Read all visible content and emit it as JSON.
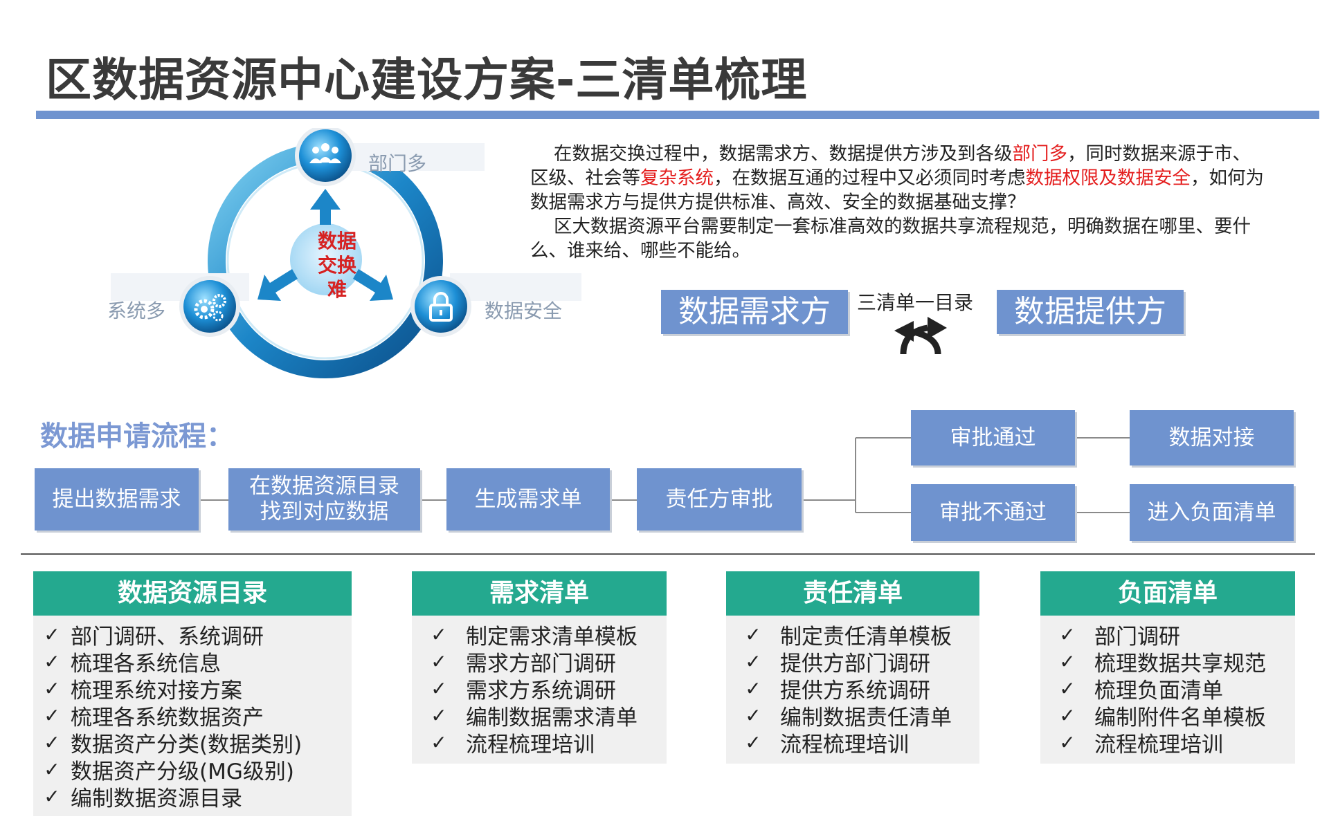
{
  "title": "区数据资源中心建设方案-三清单梳理",
  "cycle": {
    "top_label": "部门多",
    "left_label": "系统多",
    "right_label": "数据安全",
    "center_lines": [
      "数据",
      "交换",
      "难"
    ],
    "top_icon": "people-group-icon",
    "left_icon": "gears-icon",
    "right_icon": "lock-icon"
  },
  "description": {
    "p1": [
      {
        "text": "在数据交换过程中，数据需求方、数据提供方涉及到各级",
        "highlight": false
      },
      {
        "text": "部门多",
        "highlight": true
      },
      {
        "text": "，同时数据来源于市、区级、社会等",
        "highlight": false
      },
      {
        "text": "复杂系统",
        "highlight": true
      },
      {
        "text": "，在数据互通的过程中又必须同时考虑",
        "highlight": false
      },
      {
        "text": "数据权限及数据安全",
        "highlight": true
      },
      {
        "text": "，如何为数据需求方与提供方提供标准、高效、安全的数据基础支撑？",
        "highlight": false
      }
    ],
    "p2": "区大数据资源平台需要制定一套标准高效的数据共享流程规范，明确数据在哪里、要什么、谁来给、哪些不能给。"
  },
  "exchange": {
    "demand_side": "数据需求方",
    "supply_side": "数据提供方",
    "label": "三清单一目录",
    "icon": "exchange-arrows-icon"
  },
  "flow": {
    "title": "数据申请流程：",
    "steps": [
      "提出数据需求",
      "在数据资源目录\n找到对应数据",
      "生成需求单",
      "责任方审批"
    ],
    "approved": "审批通过",
    "rejected": "审批不通过",
    "approved_next": "数据对接",
    "rejected_next": "进入负面清单"
  },
  "lists": [
    {
      "title": "数据资源目录",
      "items": [
        "部门调研、系统调研",
        "梳理各系统信息",
        "梳理系统对接方案",
        "梳理各系统数据资产",
        "数据资产分类(数据类别)",
        "数据资产分级(MG级别)",
        "编制数据资源目录"
      ]
    },
    {
      "title": "需求清单",
      "items": [
        "制定需求清单模板",
        "需求方部门调研",
        "需求方系统调研",
        "编制数据需求清单",
        "流程梳理培训"
      ]
    },
    {
      "title": "责任清单",
      "items": [
        "制定责任清单模板",
        "提供方部门调研",
        "提供方系统调研",
        "编制数据责任清单",
        "流程梳理培训"
      ]
    },
    {
      "title": "负面清单",
      "items": [
        "部门调研",
        "梳理数据共享规范",
        "梳理负面清单",
        "编制附件名单模板",
        "流程梳理培训"
      ]
    }
  ],
  "check_mark": "✓",
  "colors": {
    "title_bar": "#6f93cf",
    "box_blue": "#6f93cf",
    "list_header": "#24a98f",
    "highlight_red": "#e41d1d",
    "cycle_blue": "#1c86c8"
  }
}
